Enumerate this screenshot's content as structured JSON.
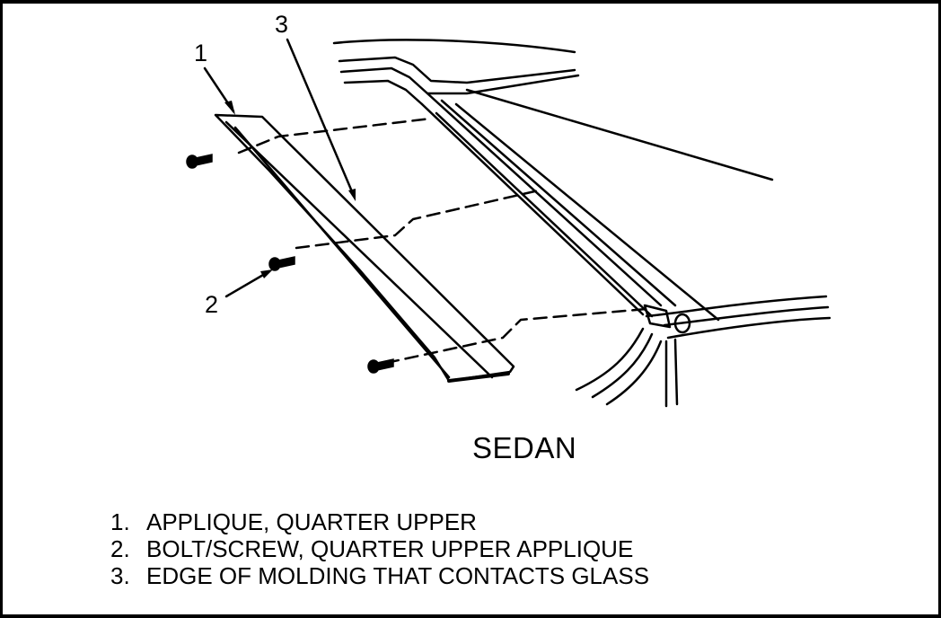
{
  "diagram": {
    "title": "SEDAN",
    "callouts": [
      {
        "id": "1",
        "label": "1"
      },
      {
        "id": "2",
        "label": "2"
      },
      {
        "id": "3",
        "label": "3"
      }
    ],
    "legend": [
      {
        "num": "1.",
        "text": "APPLIQUE, QUARTER UPPER"
      },
      {
        "num": "2.",
        "text": "BOLT/SCREW, QUARTER UPPER APPLIQUE"
      },
      {
        "num": "3.",
        "text": "EDGE OF MOLDING THAT CONTACTS GLASS"
      }
    ]
  },
  "colors": {
    "ink": "#000000",
    "background": "#ffffff"
  }
}
